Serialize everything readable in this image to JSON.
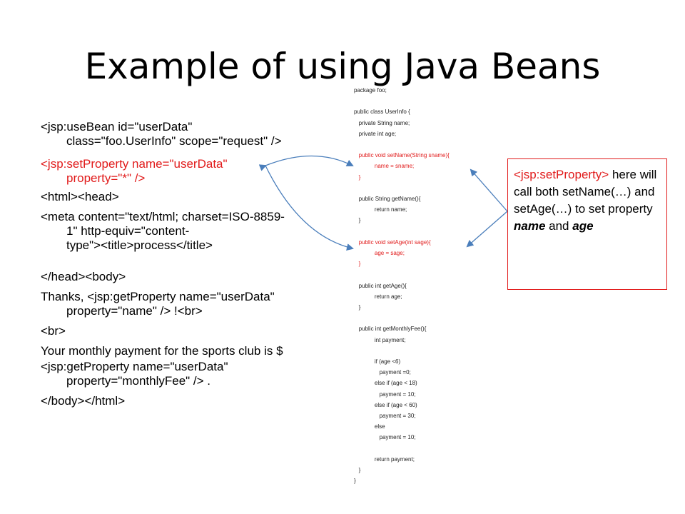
{
  "slide": {
    "title": "Example of using Java Beans"
  },
  "left_code": [
    {
      "text": "<jsp:useBean  id=\"userData\"",
      "color": "black",
      "indent": false
    },
    {
      "text": "class=\"foo.UserInfo\"  scope=\"request\"  />",
      "color": "black",
      "indent": true
    },
    {
      "text": "<jsp:setProperty  name=\"userData\"",
      "color": "red",
      "indent": false
    },
    {
      "text": "property=\"*\"  />",
      "color": "red",
      "indent": true
    },
    {
      "text": "<html><head>",
      "color": "black",
      "indent": false
    },
    {
      "text": "<meta content=\"text/html; charset=ISO-8859-",
      "color": "black",
      "indent": false
    },
    {
      "text": "1\" http-equiv=\"content-",
      "color": "black",
      "indent": true
    },
    {
      "text": "type\"><title>process</title>",
      "color": "black",
      "indent": true
    },
    {
      "text": "</head><body>",
      "color": "black",
      "indent": false
    },
    {
      "text": "Thanks, <jsp:getProperty  name=\"userData\"",
      "color": "black",
      "indent": false
    },
    {
      "text": "property=\"name\"  />  !<br>",
      "color": "black",
      "indent": true
    },
    {
      "text": "<br>",
      "color": "black",
      "indent": false
    },
    {
      "text": "Your monthly payment for the sports club is $",
      "color": "black",
      "indent": false
    },
    {
      "text": "<jsp:getProperty  name=\"userData\"",
      "color": "black",
      "indent": false
    },
    {
      "text": "property=\"monthlyFee\"  />  .",
      "color": "black",
      "indent": true
    },
    {
      "text": "</body></html>",
      "color": "black",
      "indent": false
    }
  ],
  "java_code": [
    {
      "text": "package foo;",
      "red": false
    },
    {
      "text": "",
      "red": false
    },
    {
      "text": "public class UserInfo {",
      "red": false
    },
    {
      "text": "   private String name;",
      "red": false
    },
    {
      "text": "   private int age;",
      "red": false
    },
    {
      "text": "",
      "red": false
    },
    {
      "text": "   public void setName(String sname){",
      "red": true
    },
    {
      "text": "             name = sname;",
      "red": true
    },
    {
      "text": "   }",
      "red": true
    },
    {
      "text": "",
      "red": false
    },
    {
      "text": "   public String getName(){",
      "red": false
    },
    {
      "text": "             return name;",
      "red": false
    },
    {
      "text": "   }",
      "red": false
    },
    {
      "text": "",
      "red": false
    },
    {
      "text": "   public void setAge(int sage){",
      "red": true
    },
    {
      "text": "             age = sage;",
      "red": true
    },
    {
      "text": "   }",
      "red": true
    },
    {
      "text": "",
      "red": false
    },
    {
      "text": "   public int getAge(){",
      "red": false
    },
    {
      "text": "             return age;",
      "red": false
    },
    {
      "text": "   }",
      "red": false
    },
    {
      "text": "",
      "red": false
    },
    {
      "text": "   public int getMonthlyFee(){",
      "red": false
    },
    {
      "text": "             int payment;",
      "red": false
    },
    {
      "text": "",
      "red": false
    },
    {
      "text": "             if (age <6)",
      "red": false
    },
    {
      "text": "                payment =0;",
      "red": false
    },
    {
      "text": "             else if (age < 18)",
      "red": false
    },
    {
      "text": "                payment = 10;",
      "red": false
    },
    {
      "text": "             else if (age < 60)",
      "red": false
    },
    {
      "text": "                payment = 30;",
      "red": false
    },
    {
      "text": "             else",
      "red": false
    },
    {
      "text": "                payment = 10;",
      "red": false
    },
    {
      "text": "",
      "red": false
    },
    {
      "text": "             return payment;",
      "red": false
    },
    {
      "text": "   }",
      "red": false
    },
    {
      "text": "}",
      "red": false
    }
  ],
  "callout": {
    "tag": "<jsp:setProperty>",
    "line1": " here will call both setName(…) and setAge(…) to set property ",
    "bold1": "name",
    "line2": " and ",
    "bold2": "age"
  },
  "colors": {
    "accent_red": "#e11b1b",
    "arrow_blue": "#4a7ebb"
  }
}
